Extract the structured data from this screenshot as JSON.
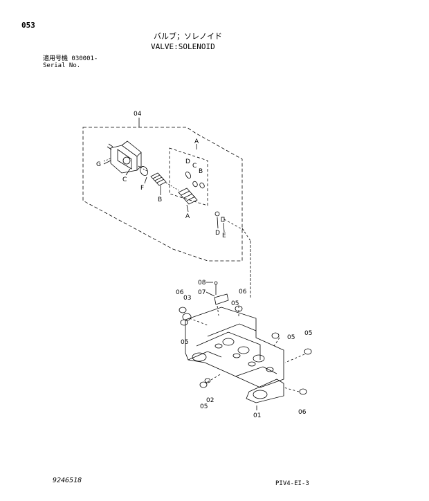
{
  "page": {
    "number": "053",
    "title_jp": "バルブ；ソレノイド",
    "title_en": "VALVE:SOLENOID",
    "serial_jp": "適用号機  030001-",
    "serial_en": "Serial No.",
    "doc_number": "9246518",
    "ref_code": "PIV4-EI-3"
  },
  "callouts": {
    "c04": "04",
    "A_top": "A",
    "D_top": "D",
    "C_top": "C",
    "B_top": "B",
    "G": "G",
    "C_left": "C",
    "F": "F",
    "B_left": "B",
    "A_bottom": "A",
    "D_bottom": "D",
    "E": "E",
    "c08": "08",
    "c07": "07",
    "c06_top": "06",
    "c06_left": "06",
    "c03": "03",
    "c05_a": "05",
    "c05_b": "05",
    "c05_c": "05",
    "c05_d": "05",
    "c05_e": "05",
    "c02": "02",
    "c01": "01",
    "c06_right": "06"
  }
}
